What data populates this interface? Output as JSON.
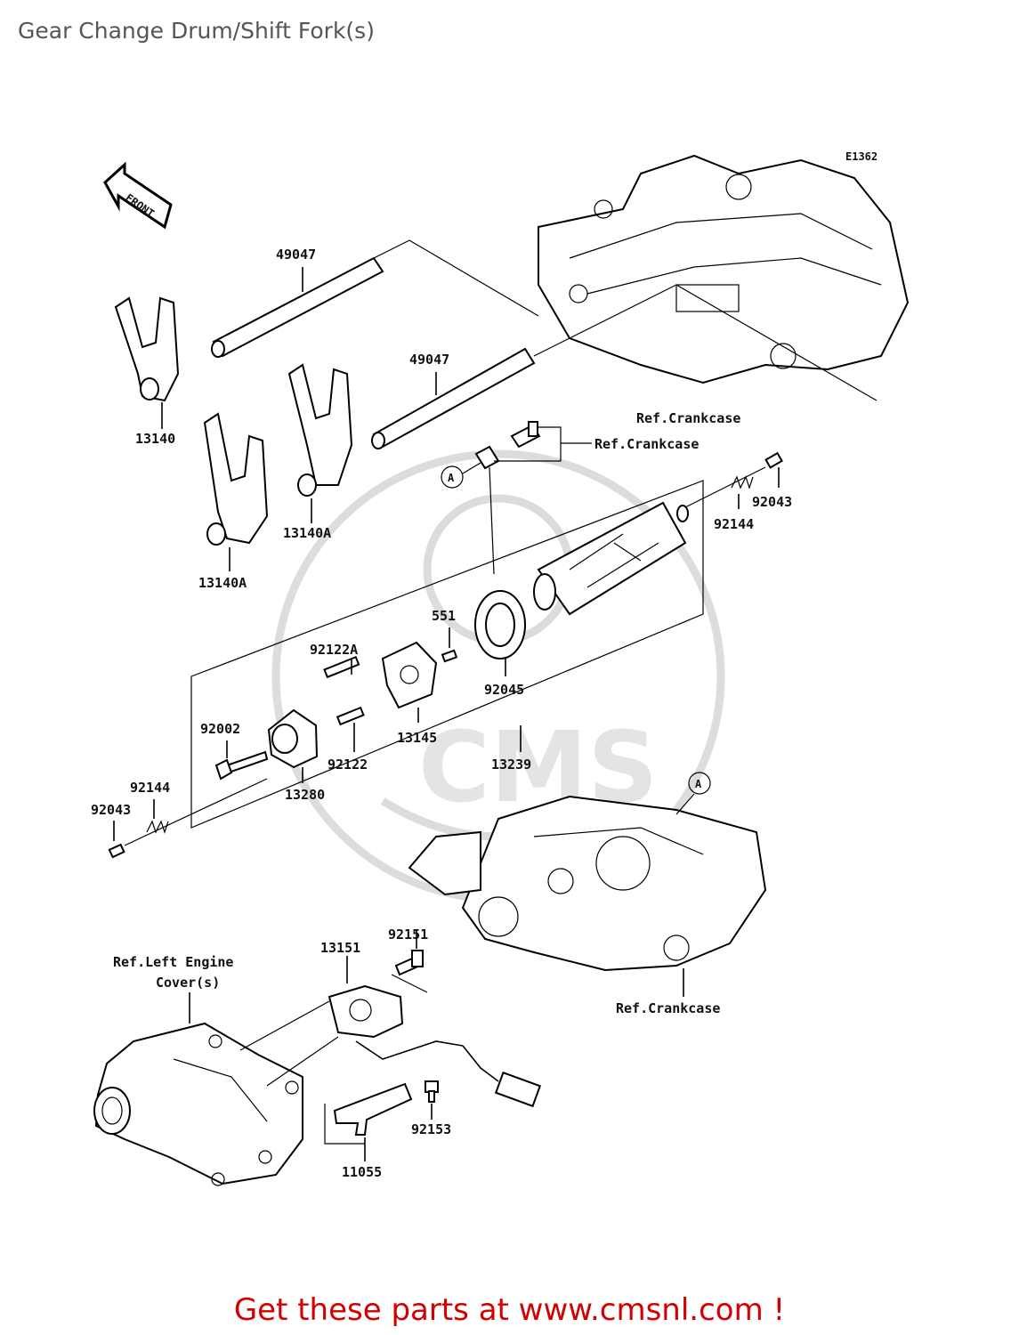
{
  "page": {
    "title": "Gear Change Drum/Shift Fork(s)"
  },
  "diagram": {
    "code": "E1362",
    "front_label": "FRONT",
    "labels": {
      "p49047_upper": "49047",
      "p49047_lower": "49047",
      "ref_crankcase_top": "Ref.Crankcase",
      "ref_crankcase_mid": "Ref.Crankcase",
      "p13140": "13140",
      "p13140A_right": "13140A",
      "p13140A_left": "13140A",
      "p92043_right": "92043",
      "p92144_right": "92144",
      "p551": "551",
      "p92122A": "92122A",
      "p92045": "92045",
      "p92002": "92002",
      "p13145": "13145",
      "p13239": "13239",
      "p92122": "92122",
      "p92144_left": "92144",
      "p13280": "13280",
      "p92043_left": "92043",
      "p92151": "92151",
      "p13151": "13151",
      "ref_left_engine_cover_1": "Ref.Left Engine",
      "ref_left_engine_cover_2": "Cover(s)",
      "ref_crankcase_bottom": "Ref.Crankcase",
      "p92153": "92153",
      "p11055": "11055",
      "marker_a_top": "A",
      "marker_a_bottom": "A"
    },
    "watermark": "CMS"
  },
  "footer": {
    "text": "Get these parts at www.cmsnl.com !"
  }
}
